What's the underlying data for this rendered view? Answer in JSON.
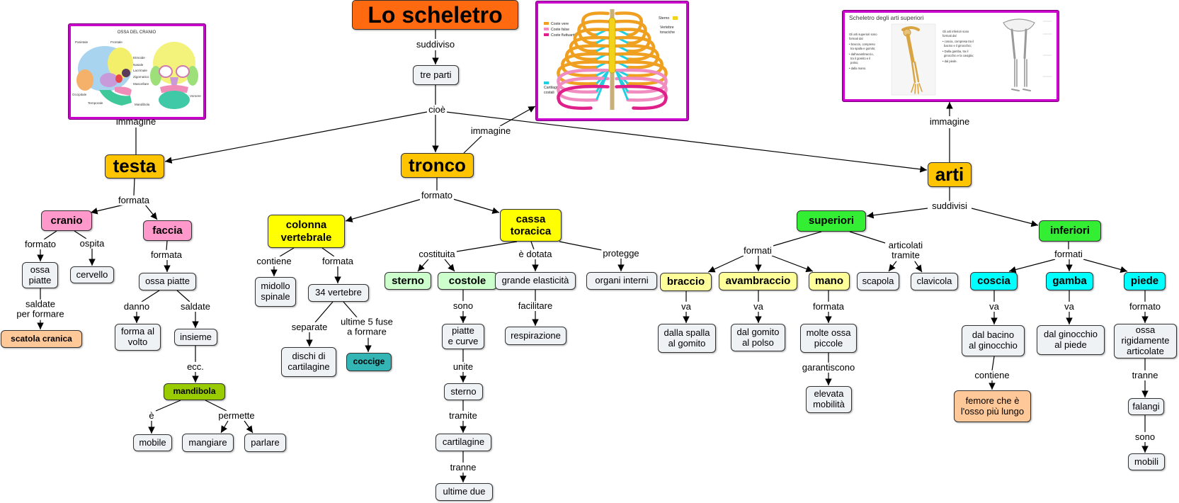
{
  "colors": {
    "default": "#eef2f5",
    "root": "#ff6a10",
    "main": "#ffc400",
    "pink": "#ff99cc",
    "yellow": "#ffff00",
    "lgreen": "#ccffcc",
    "olive": "#99cc00",
    "teal": "#33b5b5",
    "peach": "#ffc899",
    "green": "#33ee33",
    "lyellow": "#ffff99",
    "cyan": "#00ffff",
    "frame": "#cc00cc"
  },
  "nodes": {
    "root": "Lo scheletro",
    "tre_parti": "tre parti",
    "testa": "testa",
    "tronco": "tronco",
    "arti": "arti",
    "cranio": "cranio",
    "faccia": "faccia",
    "ossa_piatte_cranio": "ossa\npiatte",
    "cervello": "cervello",
    "scatola_cranica": "scatola cranica",
    "ossa_piatte_faccia": "ossa piatte",
    "forma_al_volto": "forma al\nvolto",
    "insieme": "insieme",
    "mandibola": "mandibola",
    "mobile": "mobile",
    "mangiare": "mangiare",
    "parlare": "parlare",
    "colonna": "colonna\nvertebrale",
    "cassa": "cassa\ntoracica",
    "midollo": "midollo\nspinale",
    "vertebre": "34 vertebre",
    "dischi": "dischi di\ncartilagine",
    "coccige": "coccige",
    "sterno": "sterno",
    "costole": "costole",
    "elasticita": "grande elasticità",
    "organi": "organi interni",
    "piatte_curve": "piatte\ne curve",
    "sterno_2": "sterno",
    "cartilagine": "cartilagine",
    "ultime_due": "ultime due",
    "respirazione": "respirazione",
    "superiori": "superiori",
    "inferiori": "inferiori",
    "braccio": "braccio",
    "avambraccio": "avambraccio",
    "mano": "mano",
    "scapola": "scapola",
    "clavicola": "clavicola",
    "dalla_spalla": "dalla spalla\nal gomito",
    "dal_gomito": "dal gomito\nal polso",
    "molte_ossa": "molte ossa\npiccole",
    "elevata": "elevata\nmobilità",
    "coscia": "coscia",
    "gamba": "gamba",
    "piede": "piede",
    "dal_bacino": "dal bacino\nal ginocchio",
    "femore": "femore che è\nl'osso più lungo",
    "dal_ginocchio": "dal ginocchio\nal piede",
    "ossa_rigide": "ossa\nrigidamente\narticolate",
    "falangi": "falangi",
    "mobili": "mobili"
  },
  "links": {
    "suddiviso": "suddiviso",
    "cioe": "cioè",
    "immagine_tronco": "immagine",
    "immagine_testa": "immagine",
    "immagine_arti": "immagine",
    "formata_testa": "formata",
    "formato_cranio": "formato",
    "ospita": "ospita",
    "saldate_per_formare": "saldate\nper formare",
    "formata_faccia": "formata",
    "danno": "danno",
    "saldate": "saldate",
    "ecc": "ecc.",
    "e": "è",
    "permette": "permette",
    "formato_tronco": "formato",
    "contiene_colonna": "contiene",
    "formata_colonna": "formata",
    "separate": "separate",
    "ultime_fuse": "ultime 5 fuse\na formare",
    "costituita": "costituita",
    "dotata": "è dotata",
    "protegge": "protegge",
    "sono_costole": "sono",
    "unite": "unite",
    "tramite": "tramite",
    "tranne_cartilagine": "tranne",
    "facilitare": "facilitare",
    "suddivisi": "suddivisi",
    "formati_superiori": "formati",
    "articolati": "articolati\ntramite",
    "va_braccio": "va",
    "va_avambraccio": "va",
    "formata_mano": "formata",
    "garantiscono": "garantiscono",
    "formati_inferiori": "formati",
    "va_coscia": "va",
    "contiene_coscia": "contiene",
    "va_gamba": "va",
    "formato_piede": "formato",
    "tranne_piede": "tranne",
    "sono_falangi": "sono"
  },
  "images": {
    "cranio": {
      "title": "OSSA DEL CRANIO",
      "labels": [
        "Parietale",
        "Frontale",
        "Etmoide",
        "Nasale",
        "Lacrimale",
        "Zigomatico",
        "Mascellare",
        "Occipitale",
        "Temporale",
        "Mandibola",
        "Vomere"
      ]
    },
    "torace": {
      "legend": [
        "Coste vere",
        "Coste false",
        "Coste fluttuanti"
      ],
      "sterno": "Sterno",
      "vertebre": [
        "Vertebre",
        "toraciche"
      ],
      "cartilagini": [
        "Cartilagini",
        "costali"
      ]
    },
    "arti": {
      "title": "Scheletro degli arti superiori",
      "block_sup": [
        "Gli arti superiori sono",
        "formati dal",
        "• braccio, compreso",
        "tra spalla e gomito;",
        "• dall'avambraccio,",
        "tra il gomito e il",
        "polso;",
        "• dalla mano."
      ],
      "block_inf": [
        "Gli arti inferiori sono",
        "formati dal",
        "• coscia, compresa tra il",
        "bacino e il ginocchio;",
        "• Dalla gamba, tra il",
        "ginocchio e la caviglia;",
        "• dal piede."
      ]
    }
  }
}
